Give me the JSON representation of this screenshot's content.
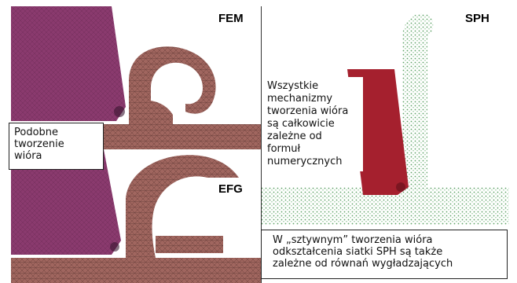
{
  "labels": {
    "fem": "FEM",
    "efg": "EFG",
    "sph": "SPH"
  },
  "notes": {
    "similar": [
      "Podobne",
      "tworzenie",
      "wióra"
    ],
    "numeric": [
      "Wszystkie",
      "mechanizmy",
      "tworzenia wióra",
      "są całkowicie",
      "zależne od",
      "formuł",
      "numerycznych"
    ],
    "sph_rigid": [
      "W „sztywnym” tworzenia wióra",
      "odkształcenia siatki SPH są także",
      "zależne od równań wygładzających"
    ]
  },
  "colors": {
    "tool_fem_efg": "#8a3a6e",
    "workpiece": "#a0665f",
    "tool_sph": "#a5202e",
    "particles": "#3f8f4a"
  }
}
